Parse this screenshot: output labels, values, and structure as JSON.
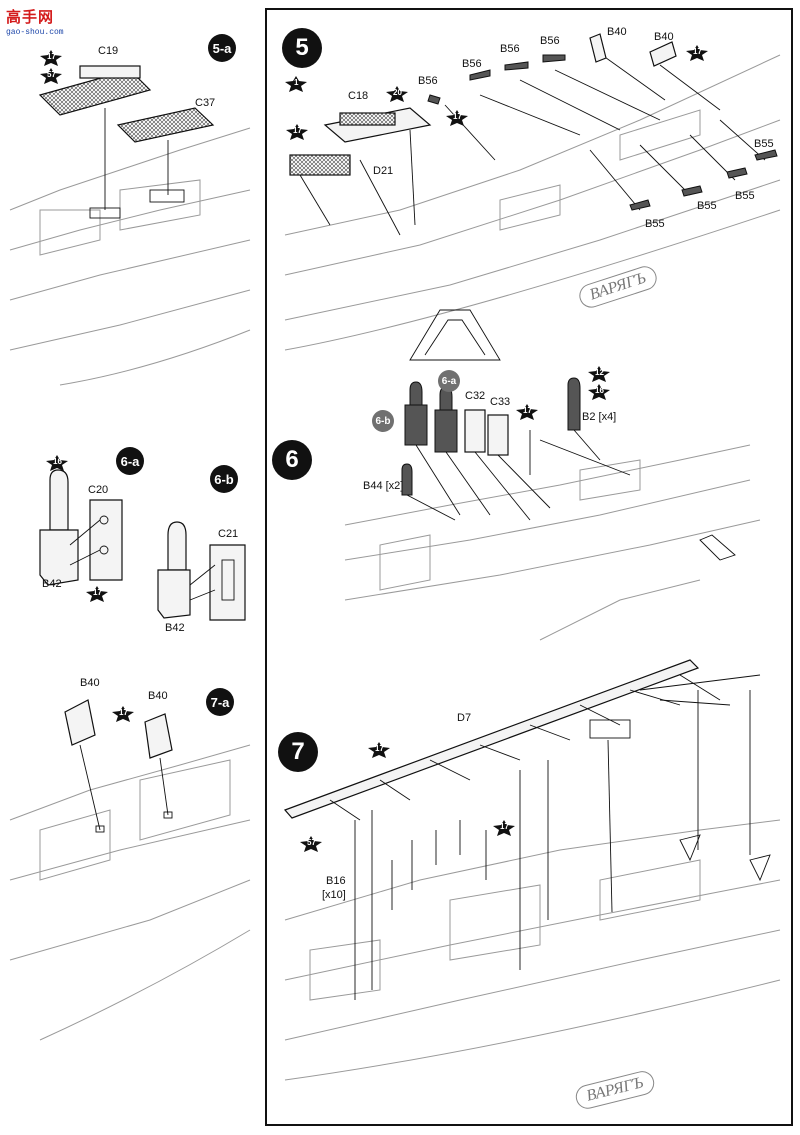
{
  "logo": {
    "text": "高手网",
    "url": "gao-shou.com"
  },
  "steps": {
    "s5": "5",
    "s6": "6",
    "s7": "7",
    "s5a": "5-a",
    "s6a": "6-a",
    "s6b": "6-b",
    "s7a": "7-a",
    "s6a_ref": "6-a",
    "s6b_ref": "6-b"
  },
  "labels": {
    "c19": "C19",
    "c37": "C37",
    "c18": "C18",
    "d21": "D21",
    "b56a": "B56",
    "b56b": "B56",
    "b56c": "B56",
    "b56d": "B56",
    "b40a": "B40",
    "b40b": "B40",
    "b55a": "B55",
    "b55b": "B55",
    "b55c": "B55",
    "b55d": "B55",
    "c20": "C20",
    "b42a": "B42",
    "c21": "C21",
    "b42b": "B42",
    "c32": "C32",
    "c33": "C33",
    "b2": "B2 [x4]",
    "b44": "B44 [x2]",
    "b40c": "B40",
    "b40d": "B40",
    "d7": "D7",
    "b16": "B16",
    "b16_count": "[x10]"
  },
  "stars": {
    "st1": "17",
    "st2": "57",
    "st3": "1",
    "st4": "20",
    "st5": "17",
    "st6": "17",
    "st7": "17",
    "st8": "16",
    "st9": "17",
    "st10": "12",
    "st11": "16",
    "st12": "17",
    "st13": "17",
    "st14": "17",
    "st15": "57",
    "st16": "17"
  },
  "ship_name": "ВАРЯГЪ",
  "ship_name_2": "ВАРЯГЪ"
}
